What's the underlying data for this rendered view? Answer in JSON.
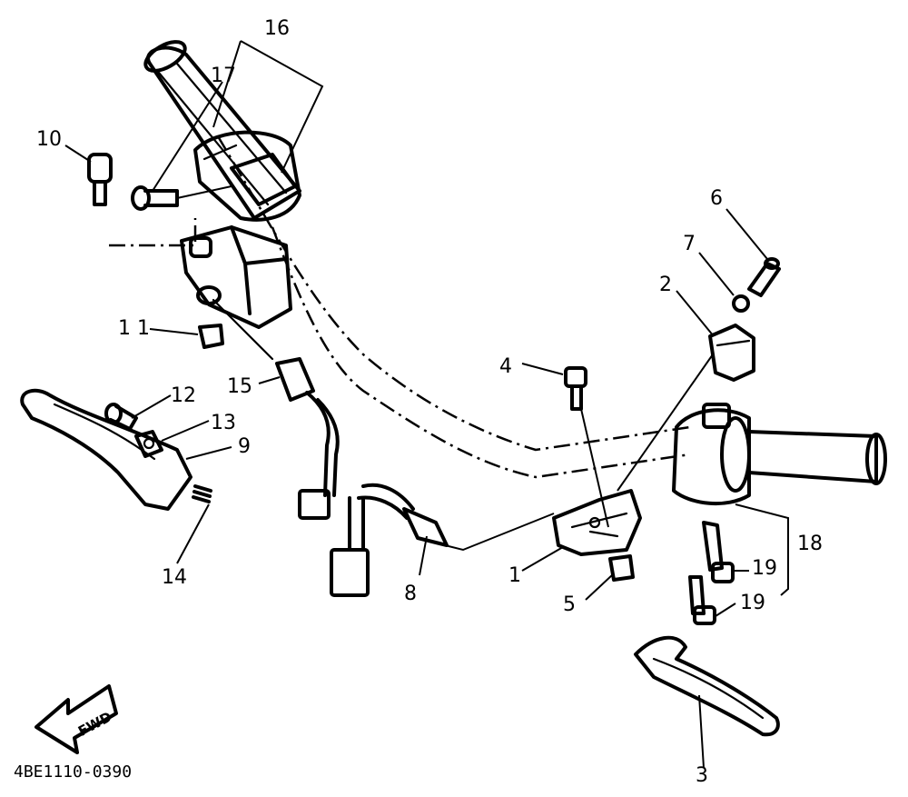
{
  "drawing_code": "4BE1110-0390",
  "fwd_label": "FWD",
  "callouts": [
    {
      "id": "c1",
      "label": "1"
    },
    {
      "id": "c2",
      "label": "2"
    },
    {
      "id": "c3",
      "label": "3"
    },
    {
      "id": "c4",
      "label": "4"
    },
    {
      "id": "c5",
      "label": "5"
    },
    {
      "id": "c6",
      "label": "6"
    },
    {
      "id": "c7",
      "label": "7"
    },
    {
      "id": "c8",
      "label": "8"
    },
    {
      "id": "c9",
      "label": "9"
    },
    {
      "id": "c10",
      "label": "10"
    },
    {
      "id": "c11",
      "label": "1 1"
    },
    {
      "id": "c12",
      "label": "12"
    },
    {
      "id": "c13",
      "label": "13"
    },
    {
      "id": "c14",
      "label": "14"
    },
    {
      "id": "c15",
      "label": "15"
    },
    {
      "id": "c16",
      "label": "16"
    },
    {
      "id": "c17",
      "label": "17"
    },
    {
      "id": "c18",
      "label": "18"
    },
    {
      "id": "c19a",
      "label": "19"
    },
    {
      "id": "c19b",
      "label": "19"
    }
  ]
}
